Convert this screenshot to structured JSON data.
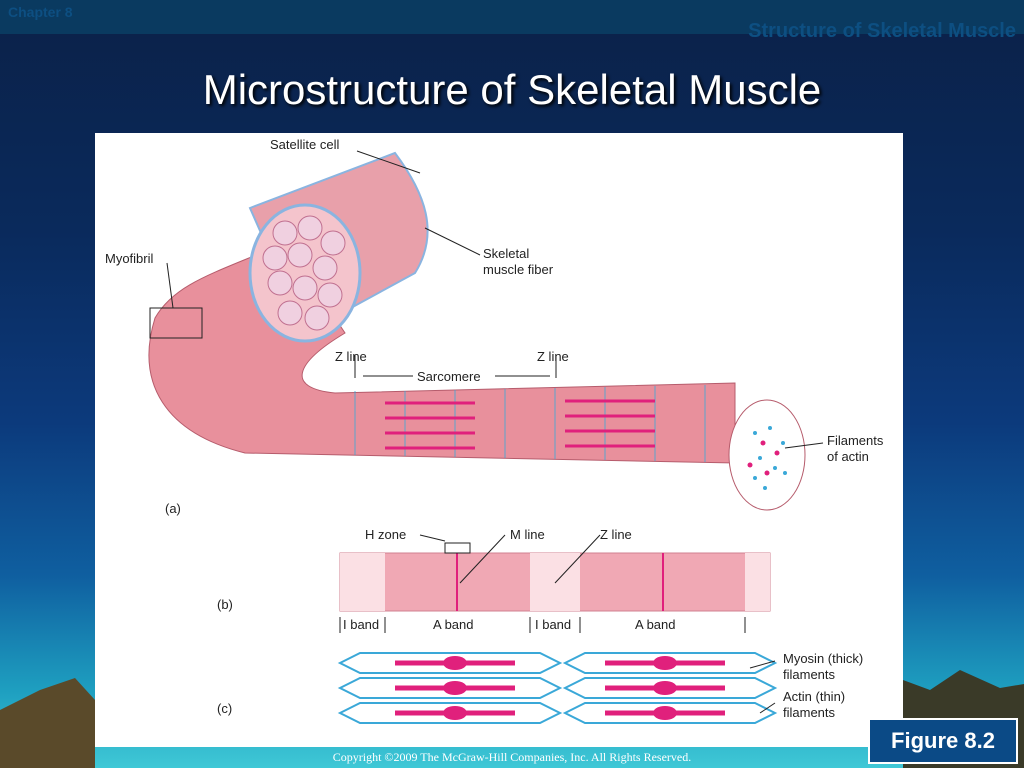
{
  "header": {
    "chapter": "Chapter 8",
    "section": "Structure of Skeletal Muscle"
  },
  "slide": {
    "title": "Microstructure of Skeletal Muscle",
    "figure_label": "Figure 8.2",
    "copyright": "Copyright ©2009 The McGraw-Hill Companies, Inc. All Rights Reserved."
  },
  "diagram": {
    "labels": {
      "satellite_cell": "Satellite cell",
      "myofibril": "Myofibril",
      "skeletal_muscle_fiber_1": "Skeletal",
      "skeletal_muscle_fiber_2": "muscle fiber",
      "z_line_left": "Z line",
      "z_line_right": "Z line",
      "sarcomere": "Sarcomere",
      "filaments_of_actin_1": "Filaments",
      "filaments_of_actin_2": "of actin",
      "panel_a": "(a)",
      "h_zone": "H zone",
      "m_line": "M line",
      "z_line_b": "Z line",
      "panel_b": "(b)",
      "i_band_1": "I band",
      "a_band_1": "A band",
      "i_band_2": "I band",
      "a_band_2": "A band",
      "panel_c": "(c)",
      "myosin_1": "Myosin (thick)",
      "myosin_2": "filaments",
      "actin_1": "Actin (thin)",
      "actin_2": "filaments"
    },
    "colors": {
      "muscle_pink": "#e8909c",
      "band_pink": "#f0a8b4",
      "myosin_magenta": "#e0207c",
      "actin_blue": "#3aa8d8",
      "fiber_blue": "#8ab4e0"
    }
  }
}
